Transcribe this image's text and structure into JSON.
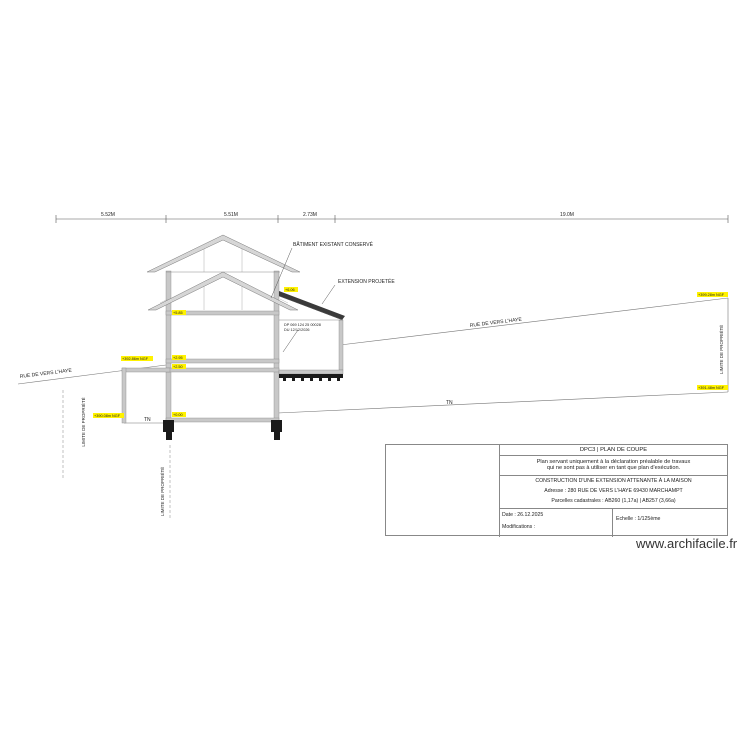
{
  "dimensions": {
    "d1": "5.52M",
    "d2": "5.51M",
    "d3": "2.73M",
    "d4": "19.0M"
  },
  "labels": {
    "existing_building": "BÂTIMENT EXISTANT CONSERVÉ",
    "extension": "EXTENSION PROJETÉE",
    "street_left": "RUE DE VERS L'HAYE",
    "street_right": "RUE DE VERS L'HAYE",
    "property_limit_left": "LIMITE DE PROPRIÉTÉ",
    "property_limit_bottom": "LIMITE DE PROPRIÉTÉ",
    "property_limit_right": "LIMITE DE PROPRIÉTÉ",
    "tn_left": "TN",
    "tn_right": "TN",
    "permit_line1": "DP 069 124 25 00028",
    "permit_line2": "DU 12/12/2026"
  },
  "level_tags": {
    "roof_ridge": "+6.06",
    "upper_floor": "+5.85",
    "ground_floor_a": "+2.95",
    "ground_floor_b": "+2.50",
    "basement": "+0.00",
    "street_left": "+392.86m NGF",
    "ground_left": "+390.08m NGF",
    "street_right": "+399.28m NGF",
    "ground_right": "+391.48m NGF"
  },
  "title_block": {
    "title": "DPC3 | PLAN DE COUPE",
    "notice_line1": "Plan servant uniquement à la déclaration préalable de travaux",
    "notice_line2": "qui ne sont pas à utiliser en tant que plan d'exécution.",
    "project": "CONSTRUCTION D'UNE EXTENSION ATTENANTE À LA MAISON",
    "address": "Adresse : 280 RUE DE VERS L'HAYE 69430 MARCHAMPT",
    "parcels": "Parcelles cadastrales : AB260 (1,17a) | AB257 (3,66a)",
    "date": "Date : 26.12.2025",
    "modifications": "Modifications :",
    "scale": "Echelle : 1/125ème"
  },
  "watermark": "www.archifacile.fr",
  "colors": {
    "wall": "#bdbdbd",
    "tag_yellow": "#fff200",
    "line": "#555555",
    "footing": "#111111"
  }
}
